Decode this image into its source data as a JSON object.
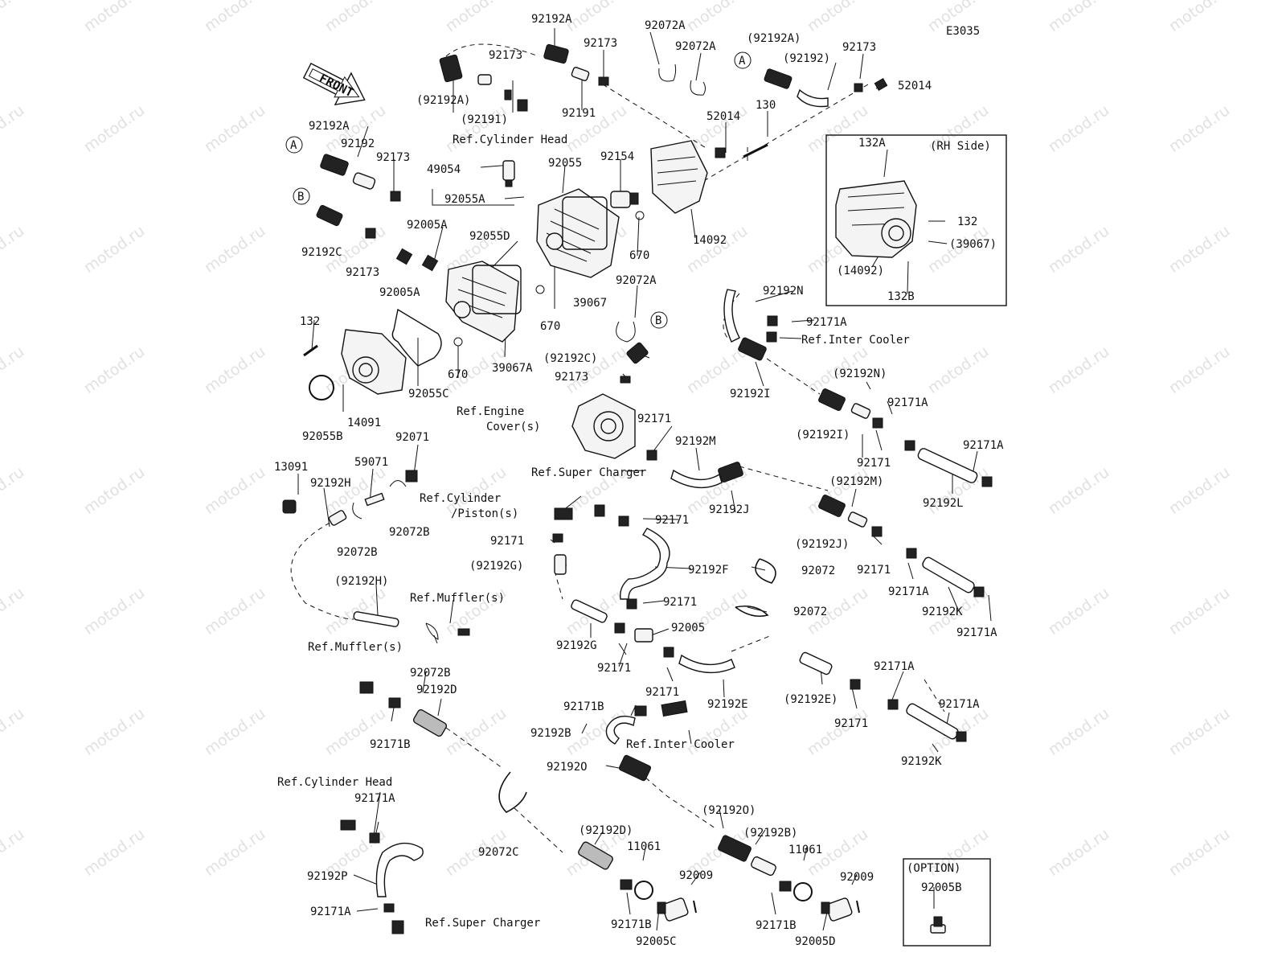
{
  "diagram_code": "E3035",
  "front_label": "FRONT",
  "inset": {
    "title": "(RH Side)"
  },
  "option_box": {
    "title": "(OPTION)",
    "part": "92005B"
  },
  "watermark": "motod.ru",
  "labels": [
    {
      "id": "l01",
      "text": "92192A"
    },
    {
      "id": "l02",
      "text": "92072A"
    },
    {
      "id": "l03",
      "text": "92173"
    },
    {
      "id": "l04",
      "text": "92072A"
    },
    {
      "id": "l05",
      "text": "(92192A)"
    },
    {
      "id": "l06",
      "text": "92173"
    },
    {
      "id": "l07",
      "text": "(92192)"
    },
    {
      "id": "l08",
      "text": "52014"
    },
    {
      "id": "l09",
      "text": "92173"
    },
    {
      "id": "l10",
      "text": "(92192A)"
    },
    {
      "id": "l11",
      "text": "(92191)"
    },
    {
      "id": "l12",
      "text": "92191"
    },
    {
      "id": "l13",
      "text": "Ref.Cylinder Head"
    },
    {
      "id": "l14",
      "text": "52014"
    },
    {
      "id": "l15",
      "text": "130"
    },
    {
      "id": "l16",
      "text": "92192A"
    },
    {
      "id": "l17",
      "text": "92192"
    },
    {
      "id": "l18",
      "text": "92173"
    },
    {
      "id": "l19",
      "text": "49054"
    },
    {
      "id": "l20",
      "text": "92055"
    },
    {
      "id": "l21",
      "text": "92154"
    },
    {
      "id": "l22",
      "text": "92055A"
    },
    {
      "id": "l23",
      "text": "92005A"
    },
    {
      "id": "l24",
      "text": "92192C"
    },
    {
      "id": "l25",
      "text": "92173"
    },
    {
      "id": "l26",
      "text": "92005A"
    },
    {
      "id": "l27",
      "text": "92055D"
    },
    {
      "id": "l28",
      "text": "670"
    },
    {
      "id": "l29",
      "text": "14092"
    },
    {
      "id": "l30",
      "text": "39067"
    },
    {
      "id": "l31",
      "text": "132A"
    },
    {
      "id": "l32",
      "text": "132"
    },
    {
      "id": "l33",
      "text": "(39067)"
    },
    {
      "id": "l34",
      "text": "(14092)"
    },
    {
      "id": "l35",
      "text": "132B"
    },
    {
      "id": "l36",
      "text": "92072A"
    },
    {
      "id": "l37",
      "text": "92192N"
    },
    {
      "id": "l38",
      "text": "92171A"
    },
    {
      "id": "l39",
      "text": "Ref.Inter Cooler"
    },
    {
      "id": "l40",
      "text": "132"
    },
    {
      "id": "l41",
      "text": "670"
    },
    {
      "id": "l42",
      "text": "(92192C)"
    },
    {
      "id": "l43",
      "text": "92173"
    },
    {
      "id": "l44",
      "text": "670"
    },
    {
      "id": "l45",
      "text": "39067A"
    },
    {
      "id": "l46",
      "text": "92055C"
    },
    {
      "id": "l47",
      "text": "14091"
    },
    {
      "id": "l48",
      "text": "92055B"
    },
    {
      "id": "l49",
      "text": "Ref.Engine"
    },
    {
      "id": "l50",
      "text": "Cover(s)"
    },
    {
      "id": "l51",
      "text": "92192I"
    },
    {
      "id": "l52",
      "text": "(92192N)"
    },
    {
      "id": "l53",
      "text": "92171A"
    },
    {
      "id": "l54",
      "text": "(92192I)"
    },
    {
      "id": "l55",
      "text": "92171"
    },
    {
      "id": "l56",
      "text": "92171A"
    },
    {
      "id": "l57",
      "text": "92192L"
    },
    {
      "id": "l58",
      "text": "92071"
    },
    {
      "id": "l59",
      "text": "13091"
    },
    {
      "id": "l60",
      "text": "59071"
    },
    {
      "id": "l61",
      "text": "92192H"
    },
    {
      "id": "l62",
      "text": "92171"
    },
    {
      "id": "l63",
      "text": "92192M"
    },
    {
      "id": "l64",
      "text": "Ref.Super Charger"
    },
    {
      "id": "l65",
      "text": "92192J"
    },
    {
      "id": "l66",
      "text": "(92192M)"
    },
    {
      "id": "l67",
      "text": "Ref.Cylinder"
    },
    {
      "id": "l68",
      "text": "/Piston(s)"
    },
    {
      "id": "l69",
      "text": "92072B"
    },
    {
      "id": "l70",
      "text": "92072B"
    },
    {
      "id": "l71",
      "text": "92171"
    },
    {
      "id": "l72",
      "text": "92171"
    },
    {
      "id": "l73",
      "text": "(92192J)"
    },
    {
      "id": "l74",
      "text": "92171"
    },
    {
      "id": "l75",
      "text": "(92192G)"
    },
    {
      "id": "l76",
      "text": "92192F"
    },
    {
      "id": "l77",
      "text": "92072"
    },
    {
      "id": "l78",
      "text": "92171A"
    },
    {
      "id": "l79",
      "text": "92192K"
    },
    {
      "id": "l80",
      "text": "(92192H)"
    },
    {
      "id": "l81",
      "text": "Ref.Muffler(s)"
    },
    {
      "id": "l82",
      "text": "92171"
    },
    {
      "id": "l83",
      "text": "92072"
    },
    {
      "id": "l84",
      "text": "92171A"
    },
    {
      "id": "l85",
      "text": "92005"
    },
    {
      "id": "l86",
      "text": "Ref.Muffler(s)"
    },
    {
      "id": "l87",
      "text": "92192G"
    },
    {
      "id": "l88",
      "text": "92072B"
    },
    {
      "id": "l89",
      "text": "92171"
    },
    {
      "id": "l90",
      "text": "92171"
    },
    {
      "id": "l91",
      "text": "92192D"
    },
    {
      "id": "l92",
      "text": "92192E"
    },
    {
      "id": "l93",
      "text": "(92192E)"
    },
    {
      "id": "l94",
      "text": "92171A"
    },
    {
      "id": "l95",
      "text": "92171"
    },
    {
      "id": "l96",
      "text": "92171A"
    },
    {
      "id": "l97",
      "text": "92171B"
    },
    {
      "id": "l98",
      "text": "92171B"
    },
    {
      "id": "l99",
      "text": "92192B"
    },
    {
      "id": "l100",
      "text": "Ref.Inter Cooler"
    },
    {
      "id": "l101",
      "text": "92192K"
    },
    {
      "id": "l102",
      "text": "92192O"
    },
    {
      "id": "l103",
      "text": "Ref.Cylinder Head"
    },
    {
      "id": "l104",
      "text": "92171A"
    },
    {
      "id": "l105",
      "text": "(92192O)"
    },
    {
      "id": "l106",
      "text": "92072C"
    },
    {
      "id": "l107",
      "text": "(92192D)"
    },
    {
      "id": "l108",
      "text": "(92192B)"
    },
    {
      "id": "l109",
      "text": "11061"
    },
    {
      "id": "l110",
      "text": "11061"
    },
    {
      "id": "l111",
      "text": "92009"
    },
    {
      "id": "l112",
      "text": "92009"
    },
    {
      "id": "l113",
      "text": "92192P"
    },
    {
      "id": "l114",
      "text": "92171A"
    },
    {
      "id": "l115",
      "text": "Ref.Super Charger"
    },
    {
      "id": "l116",
      "text": "92171B"
    },
    {
      "id": "l117",
      "text": "92005C"
    },
    {
      "id": "l118",
      "text": "92171B"
    },
    {
      "id": "l119",
      "text": "92005D"
    }
  ],
  "markers": [
    {
      "id": "mA1",
      "text": "A"
    },
    {
      "id": "mA2",
      "text": "A"
    },
    {
      "id": "mB1",
      "text": "B"
    },
    {
      "id": "mB2",
      "text": "B"
    }
  ]
}
